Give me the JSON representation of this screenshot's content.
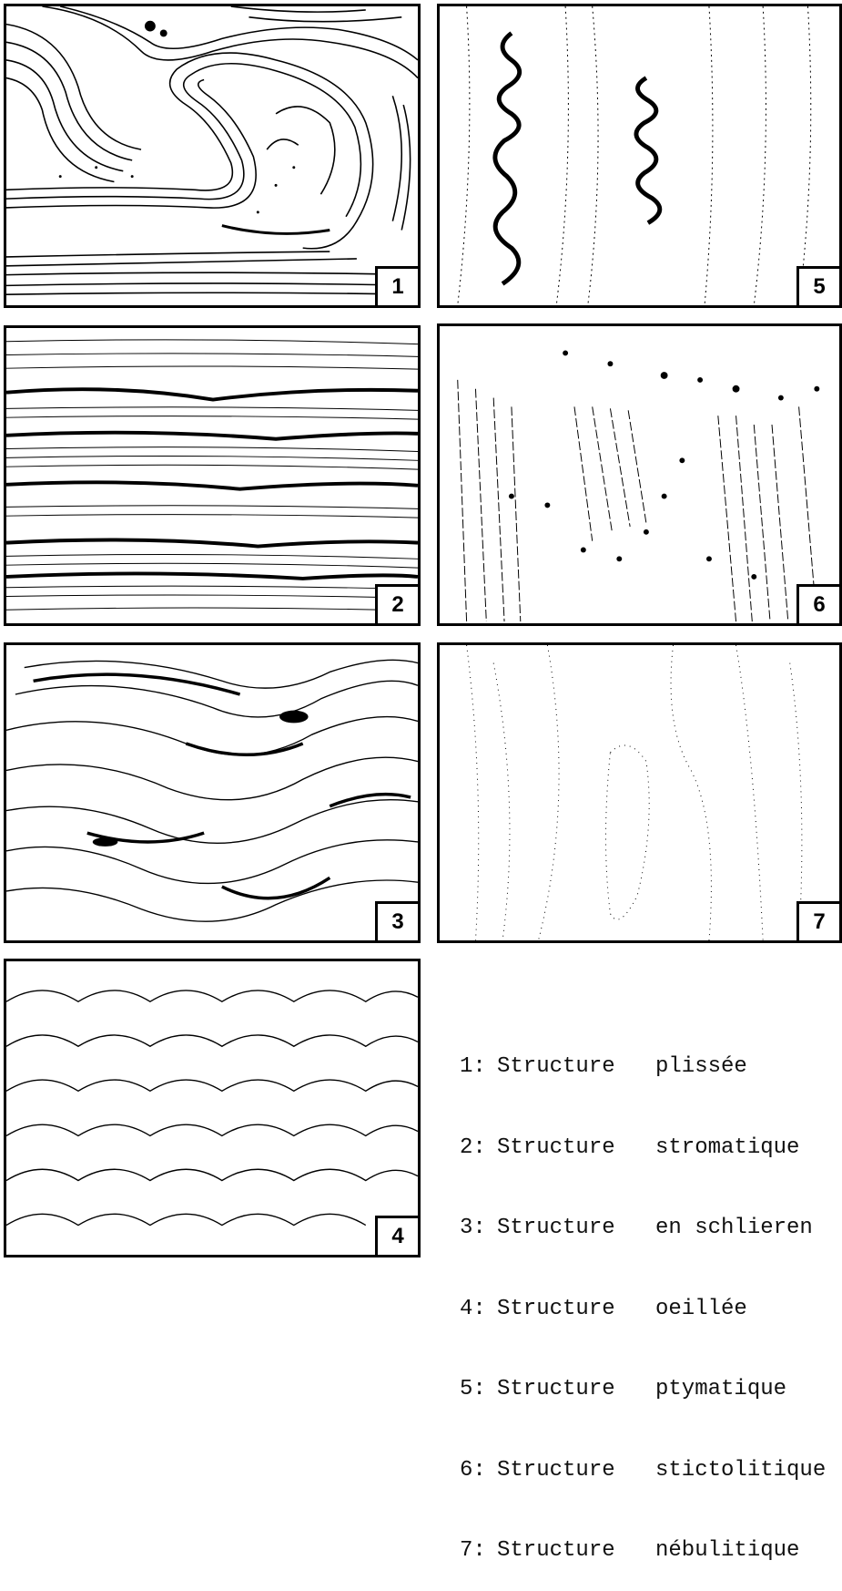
{
  "panels": [
    {
      "number": "1"
    },
    {
      "number": "2"
    },
    {
      "number": "3"
    },
    {
      "number": "4"
    },
    {
      "number": "5"
    },
    {
      "number": "6"
    },
    {
      "number": "7"
    }
  ],
  "legend": [
    {
      "num": "1:",
      "word": "Structure",
      "name": "plissée"
    },
    {
      "num": "2:",
      "word": "Structure",
      "name": "stromatique"
    },
    {
      "num": "3:",
      "word": "Structure",
      "name": "en schlieren"
    },
    {
      "num": "4:",
      "word": "Structure",
      "name": "oeillée"
    },
    {
      "num": "5:",
      "word": "Structure",
      "name": "ptymatique"
    },
    {
      "num": "6:",
      "word": "Structure",
      "name": "stictolitique"
    },
    {
      "num": "7:",
      "word": "Structure",
      "name": "nébulitique"
    }
  ]
}
